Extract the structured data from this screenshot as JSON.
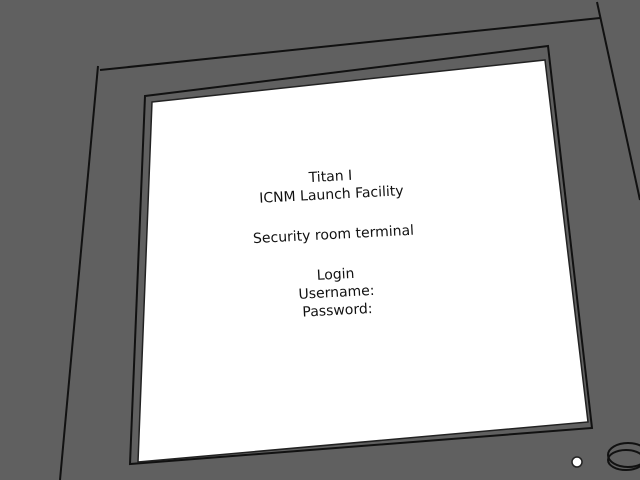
{
  "terminal": {
    "line1": "Titan I",
    "line2": "ICNM Launch Facility",
    "line3": "Security room terminal",
    "login_heading": "Login",
    "username_label": "Username:",
    "password_label": "Password:"
  },
  "colors": {
    "background": "#606060",
    "screen": "#ffffff",
    "ink": "#111111"
  }
}
